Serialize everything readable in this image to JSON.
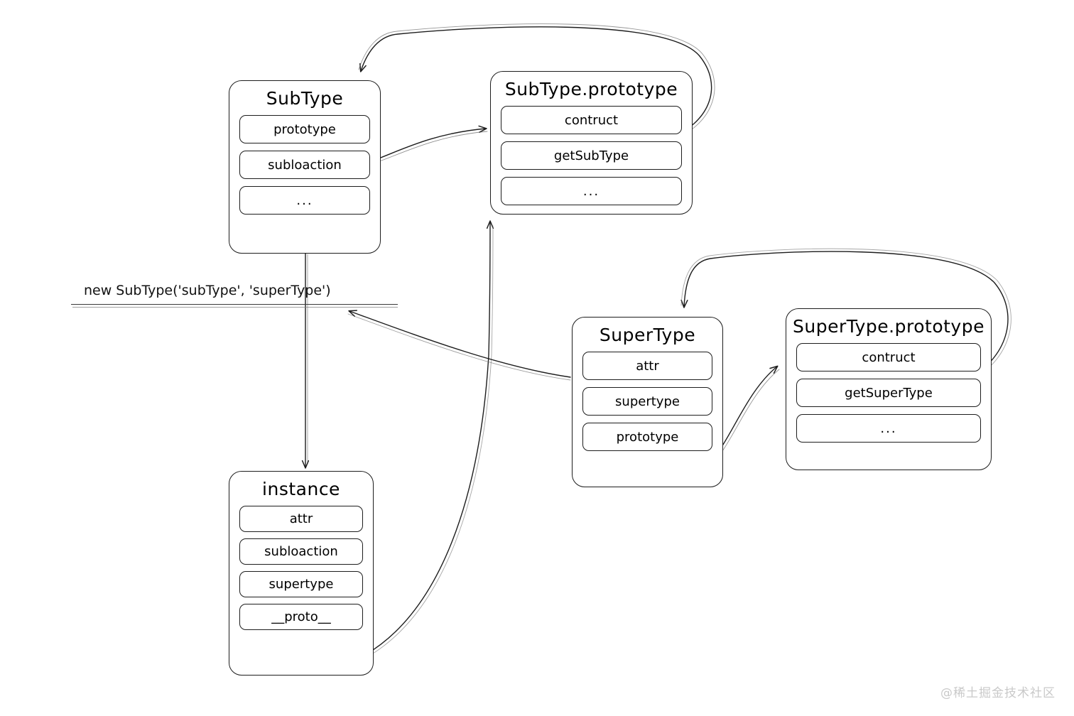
{
  "diagram": {
    "title_note": "JavaScript prototype chain diagram",
    "stroke_color": "#1d1d1d",
    "background_color": "#ffffff",
    "watermark": "@稀土掘金技术社区"
  },
  "annotation": {
    "code": "new SubType('subType', 'superType')"
  },
  "nodes": {
    "subtype": {
      "title": "SubType",
      "rows": [
        "prototype",
        "subloaction",
        "..."
      ]
    },
    "subtype_prototype": {
      "title": "SubType.prototype",
      "rows": [
        "contruct",
        "getSubType",
        "..."
      ]
    },
    "instance": {
      "title": "instance",
      "rows": [
        "attr",
        "subloaction",
        "supertype",
        "__proto__"
      ]
    },
    "supertype": {
      "title": "SuperType",
      "rows": [
        "attr",
        "supertype",
        "prototype"
      ]
    },
    "supertype_prototype": {
      "title": "SuperType.prototype",
      "rows": [
        "contruct",
        "getSuperType",
        "..."
      ]
    }
  },
  "edges": [
    {
      "name": "subtype-prototype-to-subtype-prototype-box",
      "from": "SubType.prototype row",
      "to": "SubType.prototype box"
    },
    {
      "name": "subtype-prototype-contruct-to-subtype",
      "from": "SubType.prototype.contruct",
      "to": "SubType box"
    },
    {
      "name": "subtype-to-instance",
      "from": "SubType box",
      "to": "instance box"
    },
    {
      "name": "instance-proto-to-subtype-prototype",
      "from": "instance.__proto__",
      "to": "SubType.prototype box"
    },
    {
      "name": "supertype-to-annotation",
      "from": "SuperType box",
      "to": "new SubType call"
    },
    {
      "name": "supertype-prototype-to-supertype-prototype-box",
      "from": "SuperType.prototype row",
      "to": "SuperType.prototype box"
    },
    {
      "name": "supertype-prototype-contruct-to-supertype",
      "from": "SuperType.prototype.contruct",
      "to": "SuperType box"
    }
  ]
}
